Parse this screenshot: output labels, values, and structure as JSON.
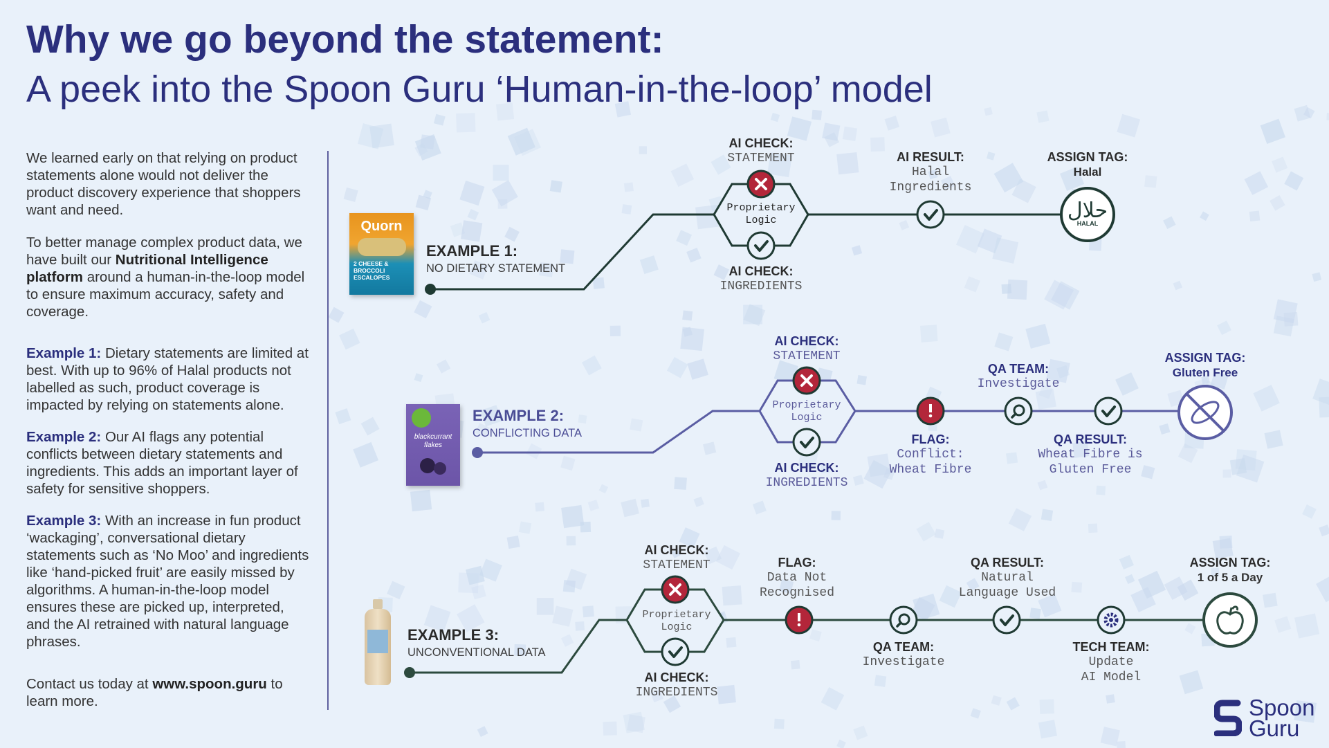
{
  "title": "Why we go beyond the statement:",
  "subtitle": "A peek into the Spoon Guru ‘Human-in-the-loop’ model",
  "left": {
    "p1": "We learned early on that relying on product statements alone would not deliver the product discovery experience that shoppers want and need.",
    "p2_a": "To better manage complex product data, we have built our ",
    "p2_b": "Nutritional Intelligence platform",
    "p2_c": " around a human-in-the-loop model to ensure maximum accuracy, safety and coverage.",
    "ex1_label": "Example 1:",
    "ex1_text": " Dietary statements are limited at best. With up to 96% of Halal products not labelled as such, product coverage is impacted by relying on statements alone.",
    "ex2_label": "Example 2:",
    "ex2_text": " Our AI flags any potential conflicts between dietary statements and ingredients. This adds an important layer of safety for sensitive shoppers.",
    "ex3_label": "Example 3:",
    "ex3_text": " With an increase in fun product ‘wackaging’, conversational dietary statements such as ‘No Moo’ and ingredients like ‘hand-picked fruit’ are easily missed by algorithms. A human-in-the-loop model ensures these are picked up, interpreted, and the AI retrained with natural language phrases.",
    "contact_a": "Contact us today at ",
    "contact_b": "www.spoon.guru",
    "contact_c": " to learn more."
  },
  "examples": [
    {
      "title": "EXAMPLE 1:",
      "subtitle": "NO DIETARY STATEMENT",
      "product_brand": "Quorn",
      "product_text": "2 CHEESE & BROCCOLI ESCALOPES",
      "check_statement_h": "AI CHECK:",
      "check_statement_m": "STATEMENT",
      "logic": [
        "Proprietary",
        "Logic"
      ],
      "check_ingredients_h": "AI CHECK:",
      "check_ingredients_m": "INGREDIENTS",
      "result_h": "AI RESULT:",
      "result_m": [
        "Halal",
        "Ingredients"
      ],
      "tag_h": "ASSIGN TAG:",
      "tag_v": "Halal",
      "tag_icon_text": "HALAL"
    },
    {
      "title": "EXAMPLE 2:",
      "subtitle": "CONFLICTING DATA",
      "product_text": "blackcurrant flakes",
      "check_statement_h": "AI CHECK:",
      "check_statement_m": "STATEMENT",
      "logic": [
        "Proprietary",
        "Logic"
      ],
      "check_ingredients_h": "AI CHECK:",
      "check_ingredients_m": "INGREDIENTS",
      "flag_h": "FLAG:",
      "flag_m": [
        "Conflict:",
        "Wheat Fibre"
      ],
      "qa_team_h": "QA TEAM:",
      "qa_team_m": "Investigate",
      "qa_result_h": "QA RESULT:",
      "qa_result_m": [
        "Wheat Fibre is",
        "Gluten Free"
      ],
      "tag_h": "ASSIGN TAG:",
      "tag_v": "Gluten Free"
    },
    {
      "title": "EXAMPLE 3:",
      "subtitle": "UNCONVENTIONAL DATA",
      "check_statement_h": "AI CHECK:",
      "check_statement_m": "STATEMENT",
      "logic": [
        "Proprietary",
        "Logic"
      ],
      "check_ingredients_h": "AI CHECK:",
      "check_ingredients_m": "INGREDIENTS",
      "flag_h": "FLAG:",
      "flag_m": [
        "Data Not",
        "Recognised"
      ],
      "qa_team_h": "QA TEAM:",
      "qa_team_m": "Investigate",
      "qa_result_h": "QA RESULT:",
      "qa_result_m": [
        "Natural",
        "Language Used"
      ],
      "tech_h": "TECH TEAM:",
      "tech_m": [
        "Update",
        "AI Model"
      ],
      "tag_h": "ASSIGN TAG:",
      "tag_v": "1 of 5 a Day"
    }
  ],
  "logo": [
    "Spoon",
    "Guru"
  ],
  "colors": {
    "navy": "#2b2f7d",
    "dark": "#1f3a33",
    "green": "#2c4a3e",
    "red": "#b3263a",
    "purple": "#5a5da3",
    "bg": "#e9f1fa"
  }
}
